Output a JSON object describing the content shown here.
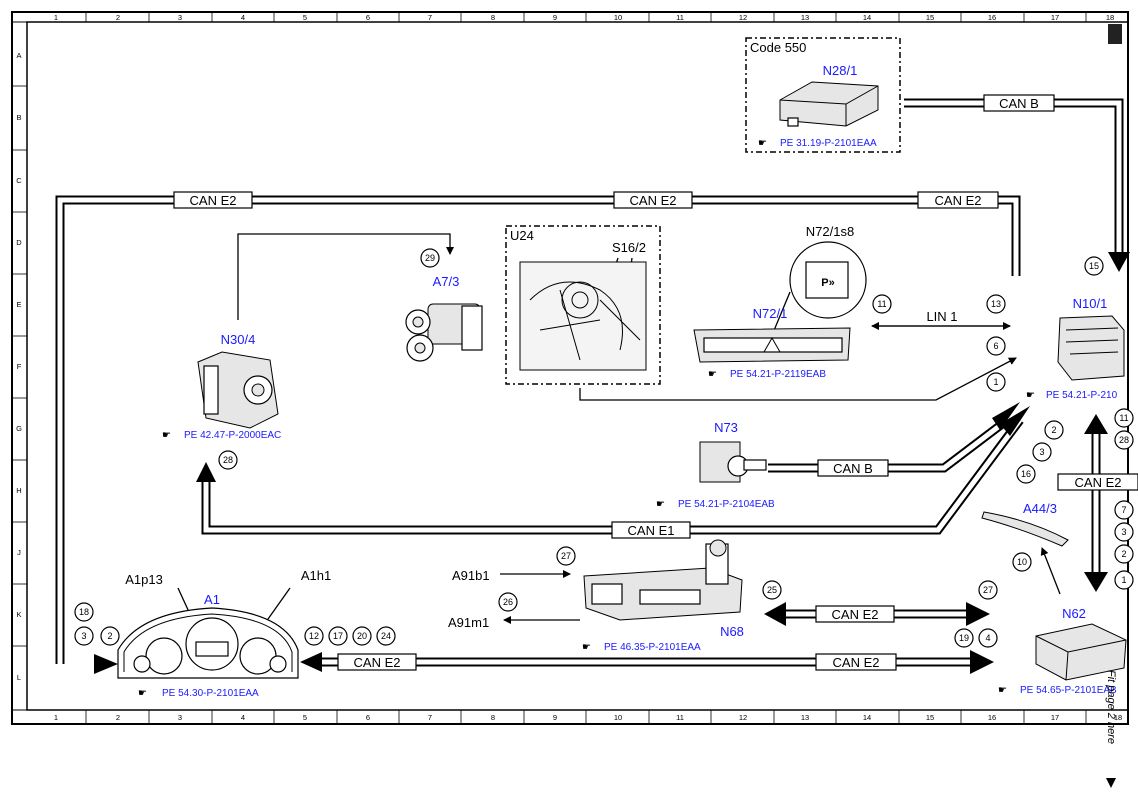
{
  "sheet": {
    "col_labels": [
      "1",
      "2",
      "3",
      "4",
      "5",
      "6",
      "7",
      "8",
      "9",
      "10",
      "11",
      "12",
      "13",
      "14",
      "15",
      "16",
      "17",
      "18"
    ],
    "row_labels": [
      "A",
      "B",
      "C",
      "D",
      "E",
      "F",
      "G",
      "H",
      "J",
      "K",
      "L"
    ],
    "side_note": "Fit page 2 here"
  },
  "group_code": "Code 550",
  "group_u24": "U24",
  "components": {
    "n28_1": {
      "name": "N28/1",
      "ref": "PE 31.19-P-2101EAA"
    },
    "a7_3": {
      "name": "A7/3"
    },
    "n30_4": {
      "name": "N30/4",
      "ref": "PE 42.47-P-2000EAC"
    },
    "s16_2": {
      "name": "S16/2"
    },
    "n72_1s8": {
      "name": "N72/1s8"
    },
    "n72_1": {
      "name": "N72/1",
      "ref": "PE 54.21-P-2119EAB"
    },
    "n10_1": {
      "name": "N10/1",
      "ref": "PE 54.21-P-210"
    },
    "n73": {
      "name": "N73",
      "ref": "PE 54.21-P-2104EAB"
    },
    "a44_3": {
      "name": "A44/3"
    },
    "n62": {
      "name": "N62",
      "ref": "PE 54.65-P-2101EAB"
    },
    "a1": {
      "name": "A1",
      "ref": "PE 54.30-P-2101EAA",
      "sub1": "A1p13",
      "sub2": "A1h1"
    },
    "n68": {
      "name": "N68",
      "ref": "PE 46.35-P-2101EAA"
    },
    "a91b1": {
      "name": "A91b1"
    },
    "a91m1": {
      "name": "A91m1"
    }
  },
  "buses": {
    "can_b_top": "CAN B",
    "can_e2_c1": "CAN E2",
    "can_e2_c2": "CAN E2",
    "can_e2_c3": "CAN E2",
    "lin1": "LIN 1",
    "can_b_mid": "CAN B",
    "can_e2_right": "CAN E2",
    "can_e1": "CAN E1",
    "can_e2_k": "CAN E2",
    "can_e2_l1": "CAN E2",
    "can_e2_l2": "CAN E2"
  },
  "connections": {
    "c15": "15",
    "c29": "29",
    "c11": "11",
    "c13": "13",
    "c6": "6",
    "c1": "1",
    "c2": "2",
    "c3": "3",
    "c16": "16",
    "c10": "10",
    "c28": "28",
    "c27a": "27",
    "c26": "26",
    "c25": "25",
    "c27b": "27",
    "c18": "18",
    "c3b": "3",
    "c2b": "2",
    "c12": "12",
    "c17": "17",
    "c20": "20",
    "c24": "24",
    "c19": "19",
    "c4": "4",
    "r11": "11",
    "r28": "28",
    "r7": "7",
    "r3": "3",
    "r2": "2",
    "r1": "1"
  }
}
